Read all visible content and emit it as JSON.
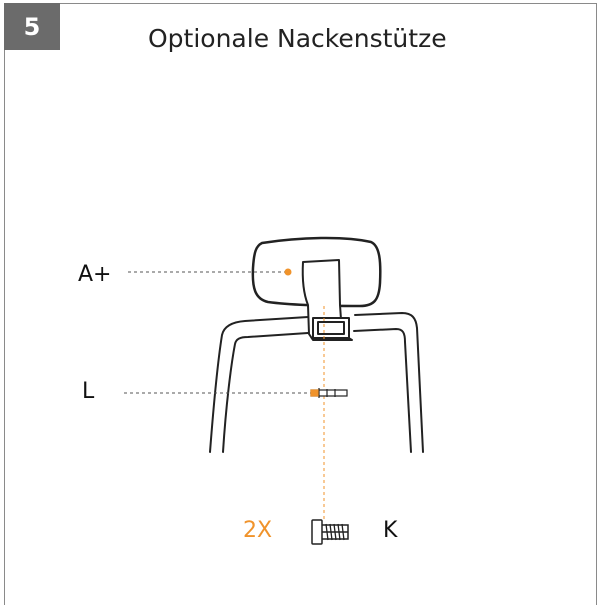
{
  "step": {
    "number": "5"
  },
  "title": "Optionale Nackenstütze",
  "labels": {
    "headrest": "A+",
    "part_l": "L",
    "part_k": "K",
    "quantity": "2X"
  },
  "colors": {
    "badge_bg": "#6b6b6b",
    "accent": "#f0932b",
    "line": "#222222",
    "frame": "#8a8a8a"
  },
  "icons": [
    "headrest-illustration",
    "screw-icon",
    "pin-icon"
  ]
}
